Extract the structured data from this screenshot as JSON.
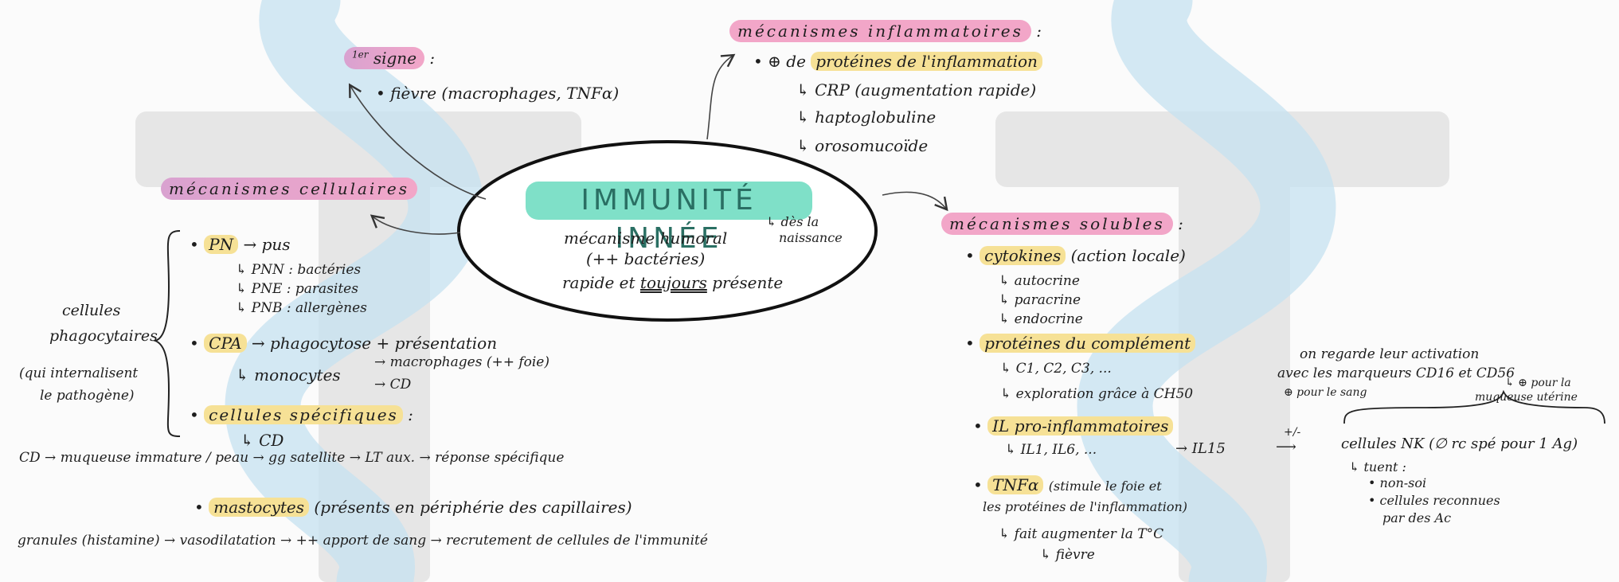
{
  "colors": {
    "pink": "#f2a6c8",
    "yellow": "#f6e196",
    "teal": "#7fe0c8",
    "watermark": "#cfe3ef"
  },
  "center": {
    "title": "IMMUNITÉ INNÉE",
    "birth_note_1": "↳ dès la",
    "birth_note_2": "naissance",
    "line1": "mécanisme humoral",
    "line2": "(++ bactéries)",
    "line3_a": "rapide et",
    "line3_b": "toujours",
    "line3_c": "présente"
  },
  "signe": {
    "label_sup": "1er",
    "label": "signe",
    "colon": ":",
    "item": "• fièvre (macrophages, TNFα)"
  },
  "inflam": {
    "title": "mécanismes inflammatoires",
    "colon": ":",
    "line1_prefix": "• ⊕ de",
    "line1_hl": "protéines de l'inflammation",
    "items": [
      "↳ CRP (augmentation rapide)",
      "↳ haptoglobuline",
      "↳ orosomucoïde"
    ]
  },
  "cell": {
    "title": "mécanismes cellulaires",
    "side_1": "cellules",
    "side_2": "phagocytaires",
    "side_3": "(qui internalisent",
    "side_4": "le pathogène)",
    "pn_hl": "PN",
    "pn_rest": "→ pus",
    "pn_items": [
      "↳ PNN : bactéries",
      "↳ PNE : parasites",
      "↳ PNB : allergènes"
    ],
    "cpa_hl": "CPA",
    "cpa_rest": "→ phagocytose + présentation",
    "monocytes": "↳ monocytes",
    "macro": "→ macrophages (++ foie)",
    "cd": "→ CD",
    "spec_hl": "cellules spécifiques",
    "spec_colon": ":",
    "spec_cd": "↳ CD",
    "cd_line": "CD → muqueuse immature / peau → gg satellite → LT aux. → réponse spécifique",
    "masto_hl": "mastocytes",
    "masto_rest": "(présents en périphérie des capillaires)",
    "granule_line": "granules (histamine) → vasodilatation → ++ apport de sang → recrutement de cellules de l'immunité"
  },
  "soluble": {
    "title": "mécanismes solubles",
    "colon": ":",
    "cyto_hl": "cytokines",
    "cyto_rest": "(action locale)",
    "cyto_items": [
      "↳ autocrine",
      "↳ paracrine",
      "↳ endocrine"
    ],
    "compl_hl": "protéines du complément",
    "compl_items": [
      "↳ C1, C2, C3, ...",
      "↳ exploration grâce à CH50"
    ],
    "il_hl": "IL pro-inflammatoires",
    "il_items": "↳ IL1, IL6, ...",
    "il15": "→ IL15",
    "plusminus": "+/-",
    "tnf_hl": "TNFα",
    "tnf_rest": "(stimule le foie et",
    "tnf_rest2": "les protéines de l'inflammation)",
    "tnf_items": [
      "↳ fait augmenter la T°C",
      "↳ fièvre"
    ]
  },
  "nk": {
    "note1": "on regarde leur activation",
    "note2": "avec les marqueurs CD16 et CD56",
    "sang": "⊕ pour le sang",
    "muq1": "↳ ⊕ pour la",
    "muq2": "muqueuse utérine",
    "title": "cellules NK (∅ rc spé pour 1 Ag)",
    "tuent": "↳ tuent :",
    "items": [
      "• non-soi",
      "• cellules reconnues",
      "par des Ac"
    ]
  }
}
